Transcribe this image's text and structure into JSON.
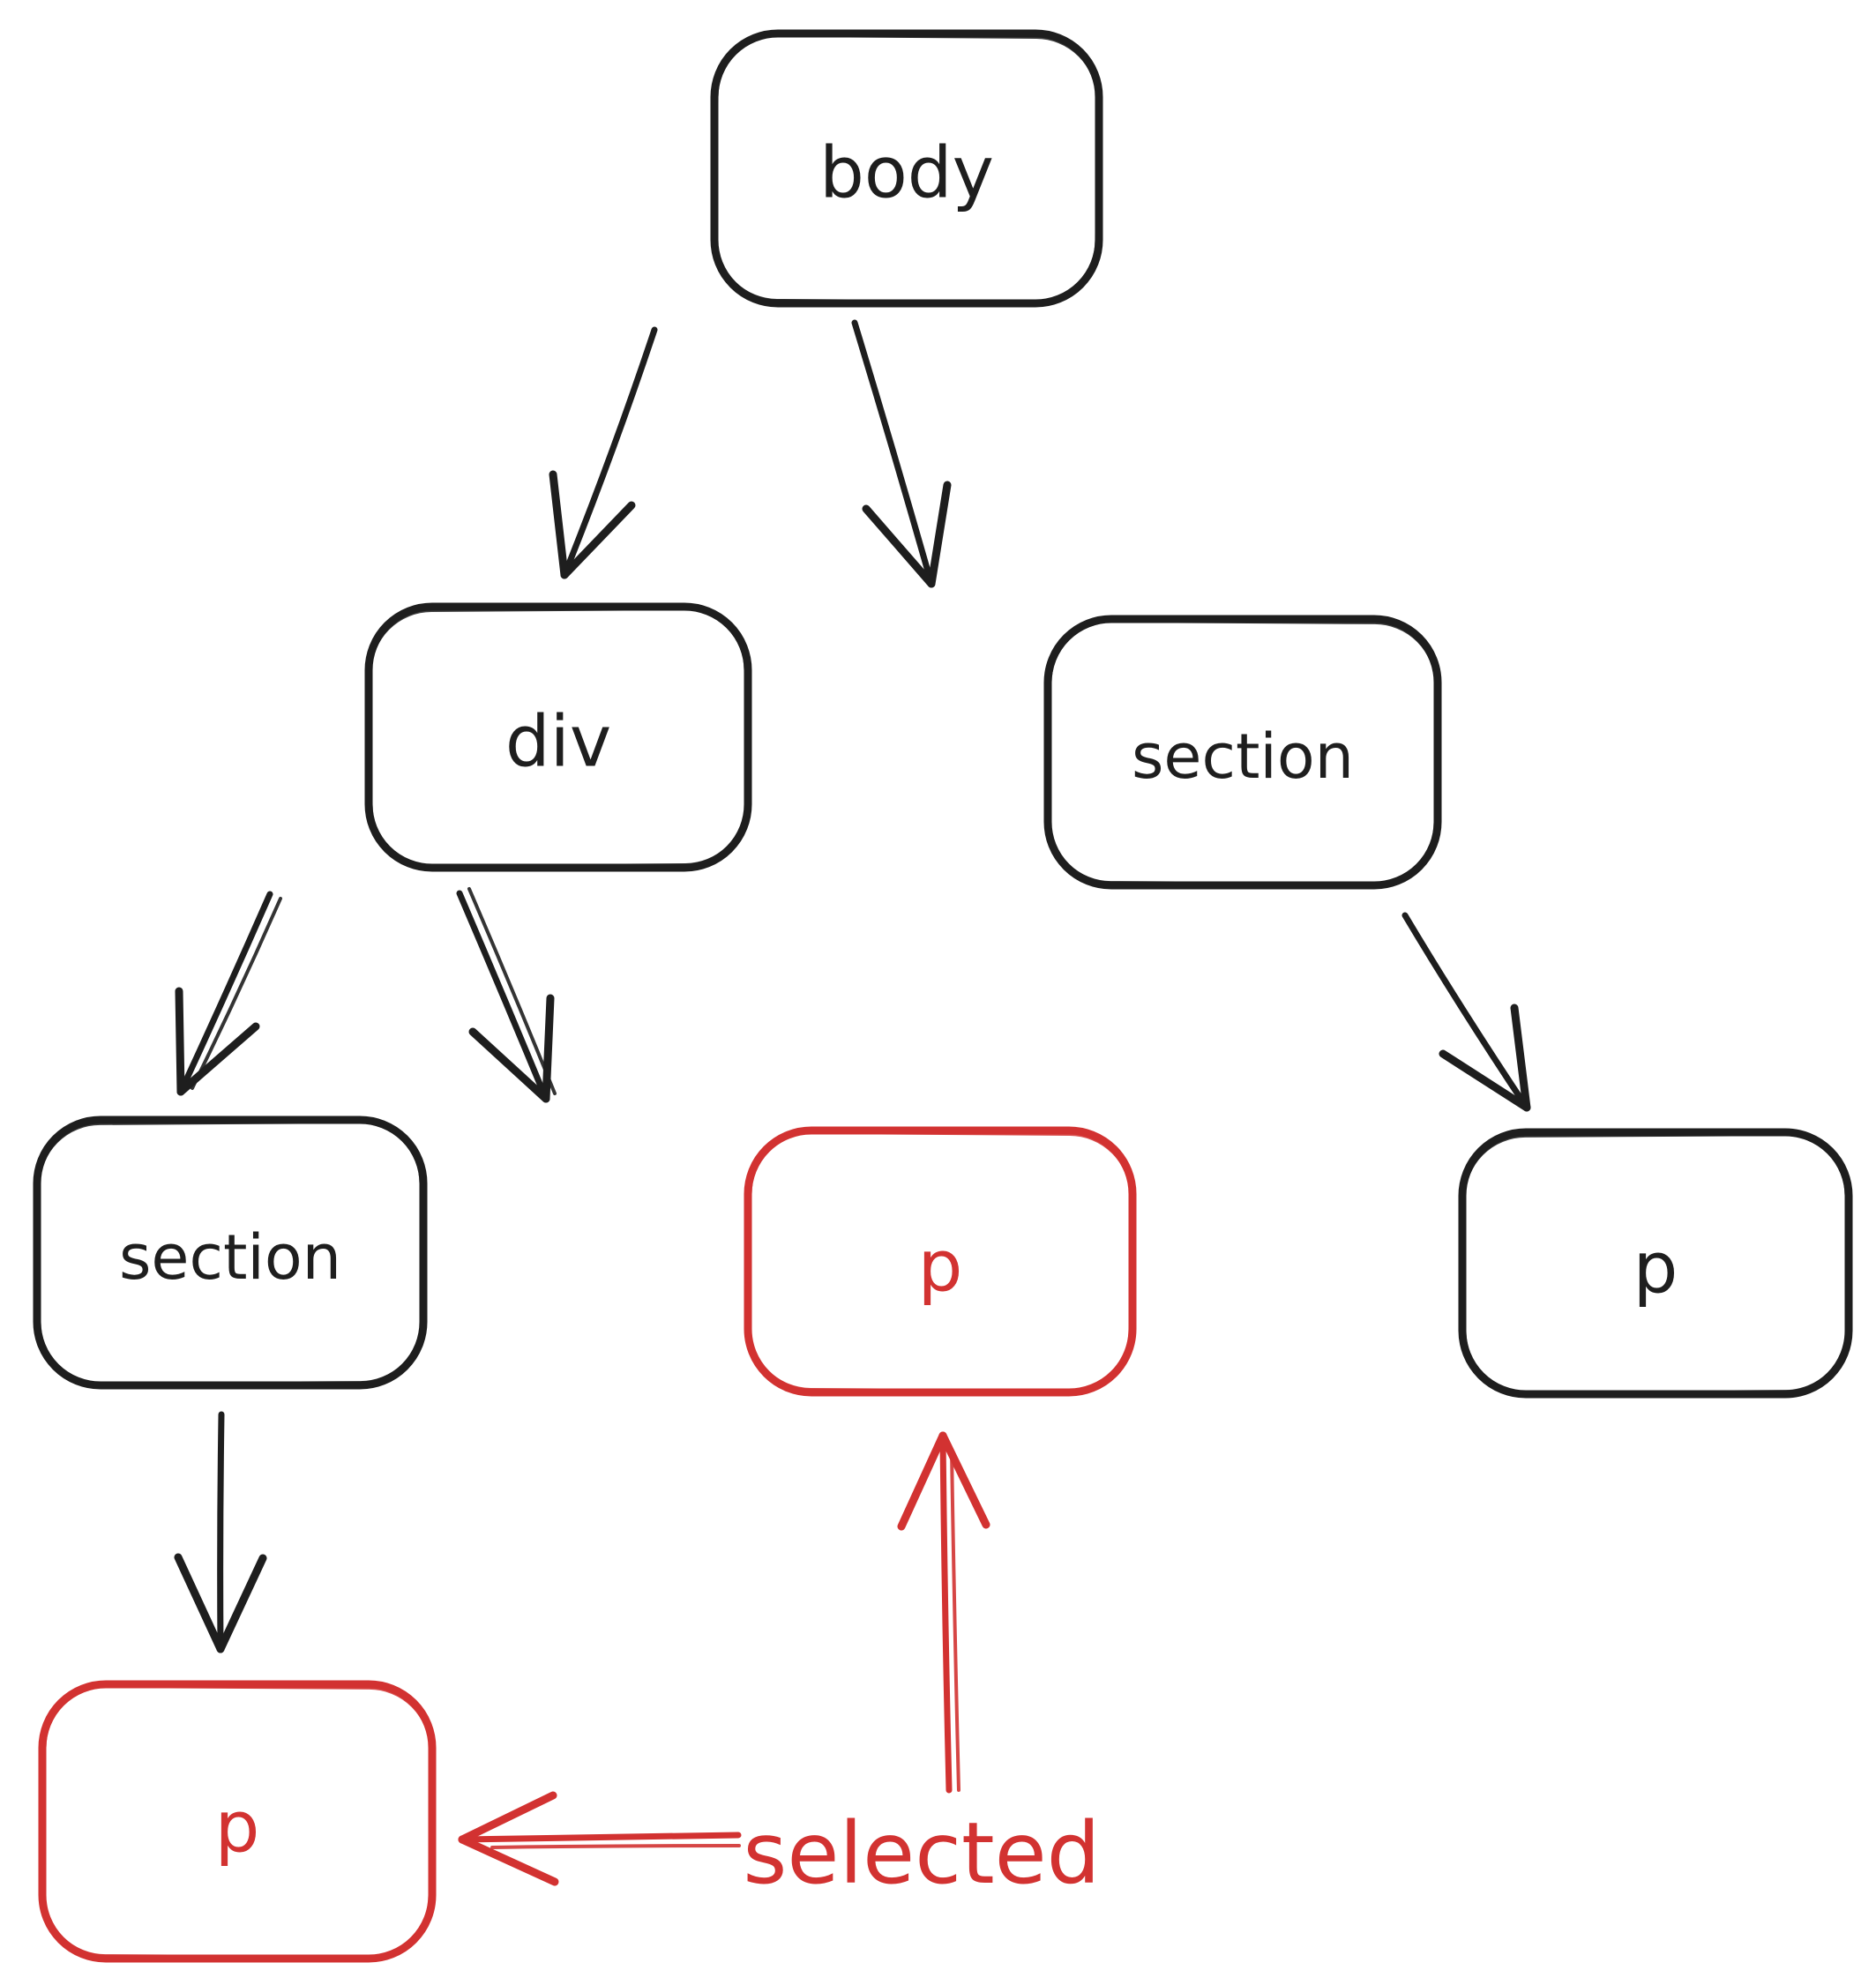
{
  "diagram": {
    "type": "dom-tree",
    "nodes": [
      {
        "id": "body",
        "label": "body",
        "color": "#1e1e1e",
        "highlighted": false
      },
      {
        "id": "div",
        "label": "div",
        "color": "#1e1e1e",
        "highlighted": false
      },
      {
        "id": "section-right",
        "label": "section",
        "color": "#1e1e1e",
        "highlighted": false
      },
      {
        "id": "section-left",
        "label": "section",
        "color": "#1e1e1e",
        "highlighted": false
      },
      {
        "id": "p-middle",
        "label": "p",
        "color": "#d23231",
        "highlighted": true
      },
      {
        "id": "p-right",
        "label": "p",
        "color": "#1e1e1e",
        "highlighted": false
      },
      {
        "id": "p-bottom-left",
        "label": "p",
        "color": "#d23231",
        "highlighted": true
      }
    ],
    "edges": [
      {
        "from": "body",
        "to": "div",
        "color": "#1e1e1e"
      },
      {
        "from": "body",
        "to": "section-right",
        "color": "#1e1e1e"
      },
      {
        "from": "div",
        "to": "section-left",
        "color": "#1e1e1e"
      },
      {
        "from": "div",
        "to": "p-middle",
        "color": "#1e1e1e"
      },
      {
        "from": "section-right",
        "to": "p-right",
        "color": "#1e1e1e"
      },
      {
        "from": "section-left",
        "to": "p-bottom-left",
        "color": "#1e1e1e"
      },
      {
        "from": "selected-label",
        "to": "p-middle",
        "color": "#d23231"
      },
      {
        "from": "selected-label",
        "to": "p-bottom-left",
        "color": "#d23231"
      }
    ],
    "annotation": {
      "label": "selected",
      "color": "#d23231"
    }
  },
  "colors": {
    "ink": "#1e1e1e",
    "accent": "#d23231",
    "background": "#ffffff"
  }
}
